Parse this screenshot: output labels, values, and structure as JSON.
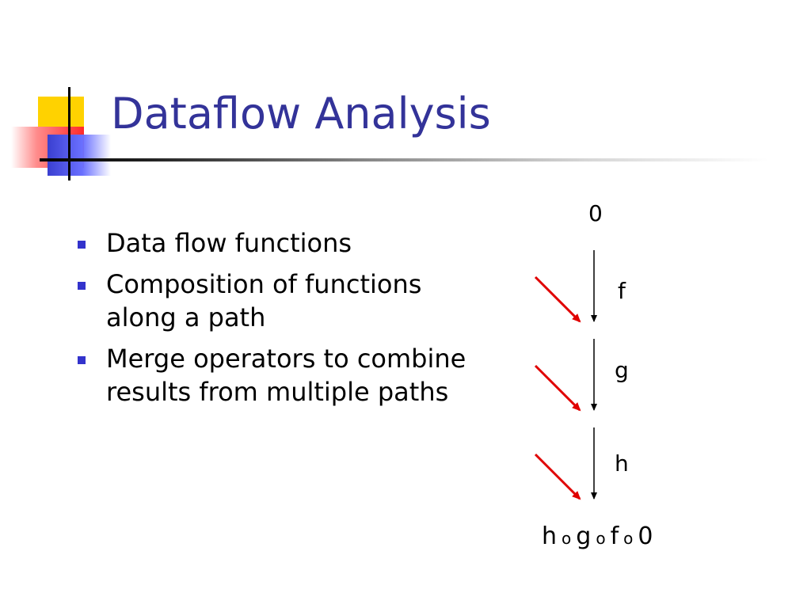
{
  "slide": {
    "title": "Dataflow Analysis",
    "bullets": [
      {
        "text": "Data flow functions"
      },
      {
        "text": "Composition of functions along a path"
      },
      {
        "text": "Merge operators to combine results from multiple paths"
      }
    ]
  },
  "diagram": {
    "start_value": "0",
    "functions": [
      "f",
      "g",
      "h"
    ],
    "composition": {
      "terms": [
        "h",
        "g",
        "f",
        "0"
      ],
      "operator": "o"
    },
    "colors": {
      "title": "#333399",
      "bullet_marker": "#3333cc",
      "incoming_arrow": "#e00000"
    }
  }
}
